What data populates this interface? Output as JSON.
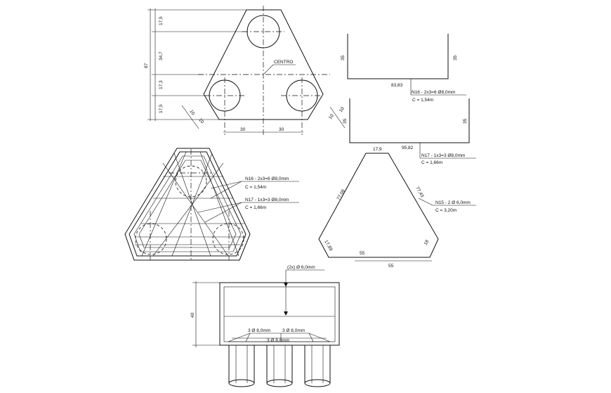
{
  "top_view": {
    "dims_vertical": [
      "17,5",
      "34,7",
      "17,3",
      "17,5"
    ],
    "dim_total": "87",
    "dim_left_bottom": "30",
    "dim_right_bottom": "30",
    "centro_label": "CENTRO",
    "small_left_a": "10",
    "small_left_b": "10",
    "small_right_a": "10",
    "small_right_b": "10"
  },
  "bar_n16": {
    "left_height": "35",
    "right_height": "35",
    "length": "83,83",
    "label": "N16 - 2x3=6 Ø8,0mm",
    "length_label": "C = 1,54m"
  },
  "bar_n17": {
    "left_height": "35",
    "right_height": "35",
    "length": "95,82",
    "label": "N17 - 1x3=3 Ø8,0mm",
    "length_label": "C = 1,66m"
  },
  "bar_n15": {
    "top": "17,9",
    "left_side": "77,08",
    "right_side": "77,43",
    "bottom_inner": "55",
    "bottom_outer": "55",
    "corner_left": "17,89",
    "corner_right": "18",
    "label": "N15 - 2 Ø 6,0mm",
    "length_label": "C = 3,20m"
  },
  "plan_callouts": {
    "n16_label": "N16 - 2x3=6 Ø8,0mm",
    "n16_length": "C = 1,54m",
    "n17_label": "N17 - 1x3=3 Ø8,0mm",
    "n17_length": "C = 1,66m"
  },
  "section": {
    "top_label": "(2x) Ø 6,0mm",
    "height": "40",
    "bars_left": "3 Ø 8,0mm",
    "bars_right": "3 Ø 8,0mm",
    "bars_bottom": "3 Ø 8,0mm"
  }
}
